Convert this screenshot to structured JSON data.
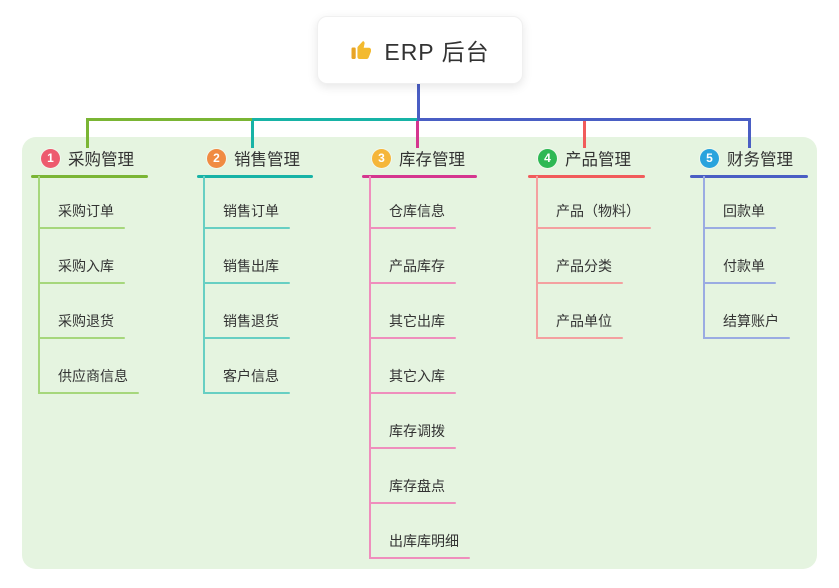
{
  "root": {
    "label": "ERP 后台",
    "icon": "thumbs-up"
  },
  "canvas": {
    "background": "#ffffff",
    "panel_color": "#e5f4e0",
    "icon_color": "#f3ba2f",
    "icon_cuff_color": "#e8a426"
  },
  "connectors": {
    "root_color": "#4a5ec4",
    "bus_segment_colors": [
      "#7ab534",
      "#17b3a6",
      "#4a5ec4"
    ]
  },
  "branches": [
    {
      "num": "1",
      "label": "采购管理",
      "badge_color": "#ed5b6e",
      "line_color": "#7ab534",
      "child_line_color": "#a6d77c",
      "children": [
        "采购订单",
        "采购入库",
        "采购退货",
        "供应商信息"
      ]
    },
    {
      "num": "2",
      "label": "销售管理",
      "badge_color": "#f08b42",
      "line_color": "#17b3a6",
      "child_line_color": "#67cfc3",
      "children": [
        "销售订单",
        "销售出库",
        "销售退货",
        "客户信息"
      ]
    },
    {
      "num": "3",
      "label": "库存管理",
      "badge_color": "#f5b63a",
      "line_color": "#d5368f",
      "child_line_color": "#ef8ebd",
      "children": [
        "仓库信息",
        "产品库存",
        "其它出库",
        "其它入库",
        "库存调拨",
        "库存盘点",
        "出库库明细"
      ]
    },
    {
      "num": "4",
      "label": "产品管理",
      "badge_color": "#2eb854",
      "line_color": "#f15b5b",
      "child_line_color": "#f4a0a0",
      "children": [
        "产品（物料）",
        "产品分类",
        "产品单位"
      ]
    },
    {
      "num": "5",
      "label": "财务管理",
      "badge_color": "#29a3dd",
      "line_color": "#4a5ec4",
      "child_line_color": "#9aabe2",
      "children": [
        "回款单",
        "付款单",
        "结算账户"
      ]
    }
  ]
}
